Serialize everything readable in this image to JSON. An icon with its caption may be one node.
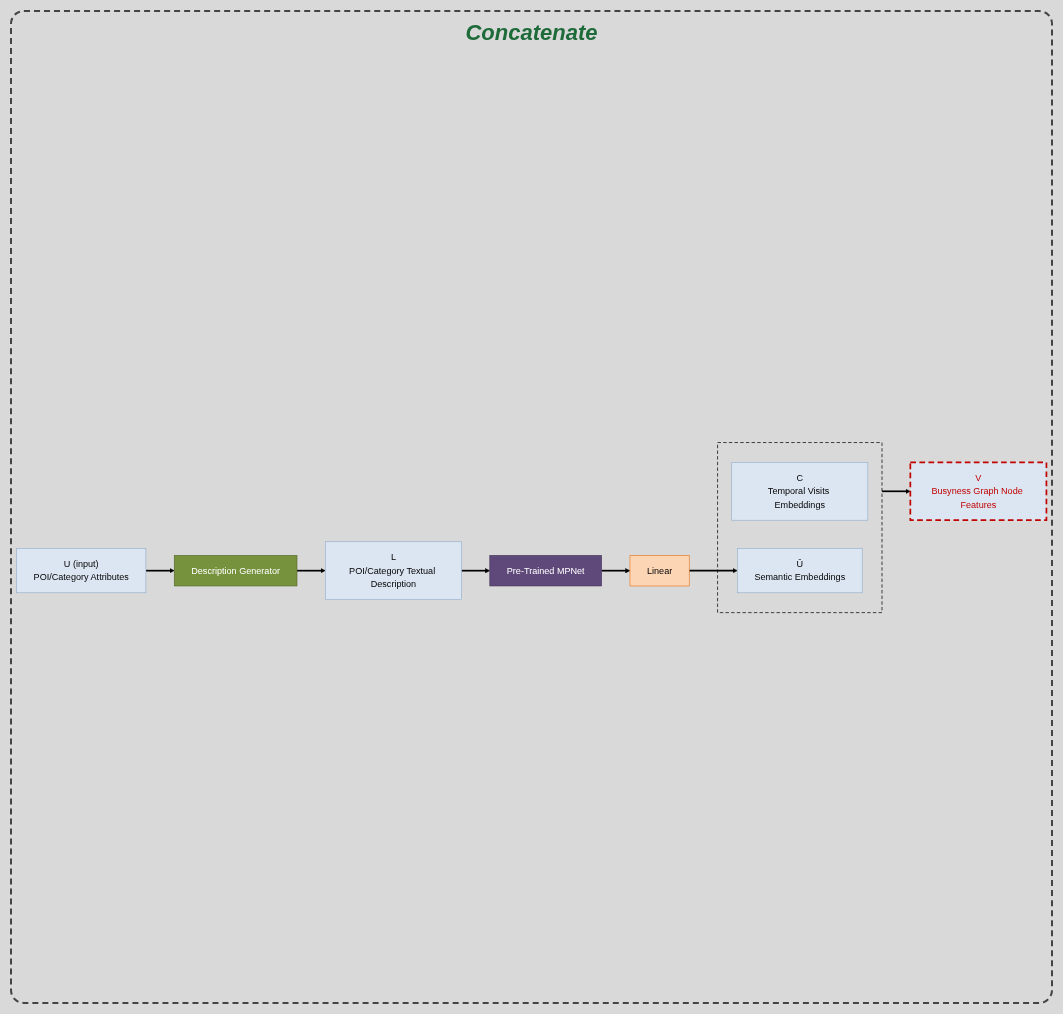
{
  "diagram": {
    "nodes": [
      {
        "text": [
          "U (input)",
          "POI/Category Attributes"
        ]
      },
      {
        "text": [
          "Description Generator"
        ]
      },
      {
        "text": [
          "L",
          "POI/Category Textual Description"
        ]
      },
      {
        "text": [
          "Pre-Trained MPNet"
        ]
      },
      {
        "text": [
          "Linear"
        ]
      },
      {
        "text": [],
        "shape": "box"
      },
      {
        "text": [
          "C",
          "Temporal Visits Embeddings"
        ],
        "in": 5
      },
      {
        "text": [
          "Û",
          "Semantic Embeddings"
        ],
        "in": 5
      },
      {
        "text": [
          "V",
          "Busyness Graph Node Features"
        ]
      }
    ],
    "edges": [
      {
        "from": 0,
        "to": 1,
        "arrow": "to"
      },
      {
        "from": 1,
        "to": 2,
        "arrow": "to"
      },
      {
        "from": 2,
        "to": 3,
        "arrow": "to"
      },
      {
        "from": 3,
        "to": 4,
        "arrow": "to"
      },
      {
        "from": 4,
        "to": 7,
        "arrow": "to"
      },
      {
        "from": 5,
        "to": 8,
        "arrow": "to"
      }
    ],
    "labels": [
      "Concatenate"
    ]
  }
}
